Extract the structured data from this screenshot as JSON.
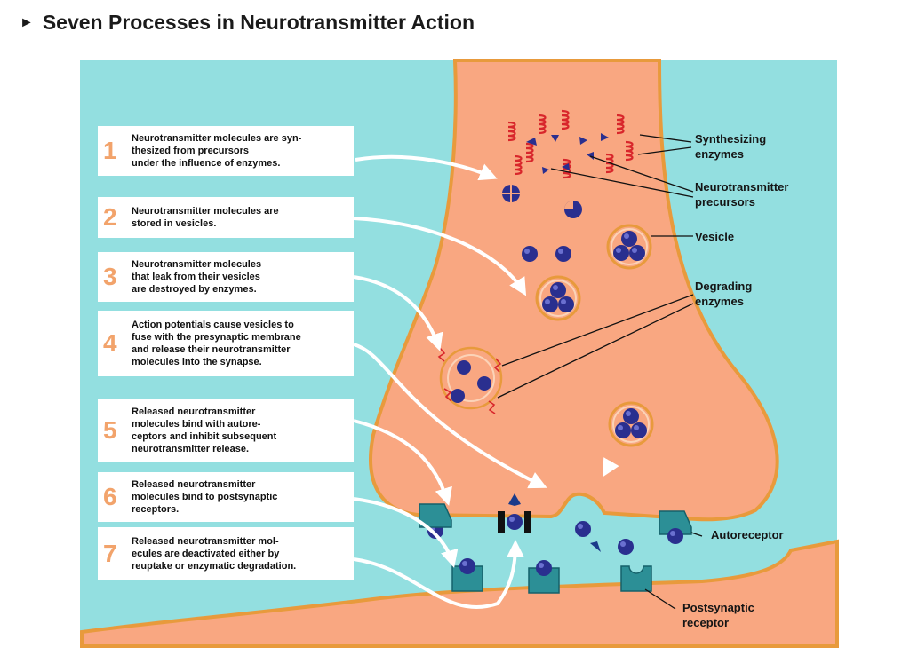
{
  "title": "Seven Processes in Neurotransmitter Action",
  "title_icon": "play-triangle-icon",
  "colors": {
    "background_panel": "#93dfe0",
    "neuron_fill": "#f9a781",
    "neuron_outline": "#e89a3c",
    "molecule": "#2a2f8f",
    "enzyme": "#d8262b",
    "step_number": "#f2a36b",
    "receptor": "#2c8f96"
  },
  "steps": [
    {
      "number": "1",
      "text": "Neurotransmitter molecules are syn-\nthesized from precursors\nunder the influence of enzymes."
    },
    {
      "number": "2",
      "text": "Neurotransmitter molecules are\nstored in vesicles."
    },
    {
      "number": "3",
      "text": "Neurotransmitter molecules\nthat leak from their vesicles\nare destroyed by enzymes."
    },
    {
      "number": "4",
      "text": "Action potentials cause vesicles to\nfuse with the presynaptic membrane\nand release their neurotransmitter\nmolecules into the synapse."
    },
    {
      "number": "5",
      "text": "Released neurotransmitter\nmolecules bind with autore-\nceptors and inhibit subsequent\nneurotransmitter release."
    },
    {
      "number": "6",
      "text": "Released neurotransmitter\nmolecules bind to postsynaptic\nreceptors."
    },
    {
      "number": "7",
      "text": "Released neurotransmitter mol-\necules are deactivated either by\nreuptake or enzymatic degradation."
    }
  ],
  "labels": {
    "synthesizing_enzymes": "Synthesizing\nenzymes",
    "precursors": "Neurotransmitter\nprecursors",
    "vesicle": "Vesicle",
    "degrading_enzymes": "Degrading\nenzymes",
    "autoreceptor": "Autoreceptor",
    "postsynaptic_receptor": "Postsynaptic\nreceptor"
  }
}
